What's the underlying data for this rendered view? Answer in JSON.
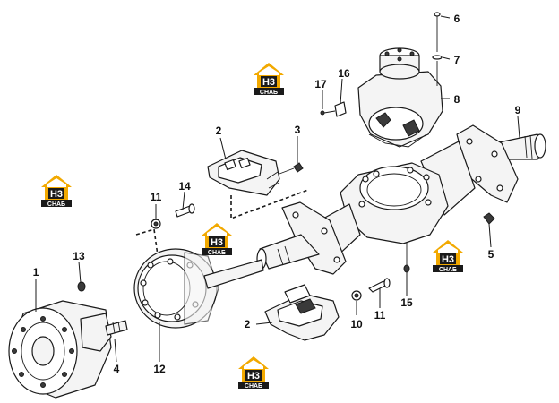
{
  "callouts": {
    "c1": "1",
    "c2a": "2",
    "c2b": "2",
    "c3": "3",
    "c4": "4",
    "c5": "5",
    "c6": "6",
    "c7": "7",
    "c8": "8",
    "c9": "9",
    "c10": "10",
    "c11a": "11",
    "c11b": "11",
    "c12": "12",
    "c13": "13",
    "c14": "14",
    "c15": "15",
    "c16": "16",
    "c17": "17"
  },
  "watermark": {
    "letters": "H3",
    "caption": "СНАБ",
    "color_gold": "#f2a900",
    "color_dark": "#1a1a1a"
  }
}
